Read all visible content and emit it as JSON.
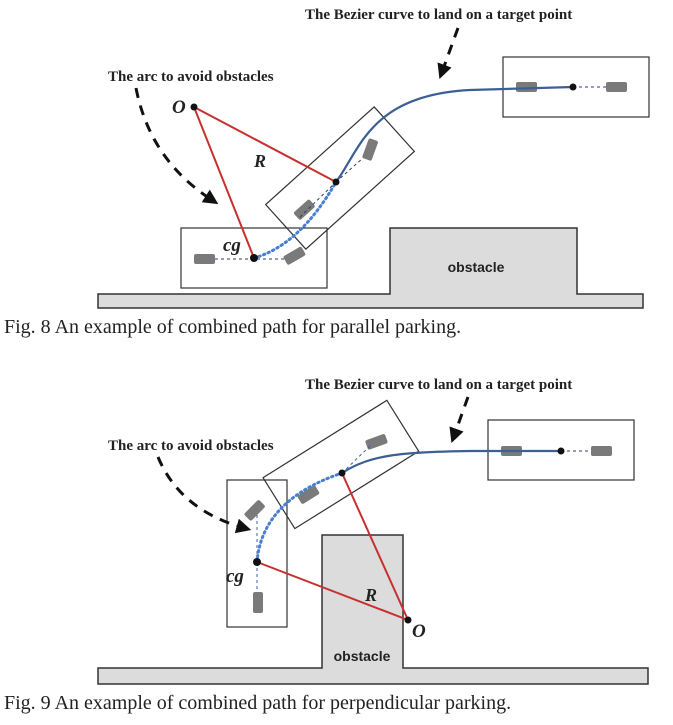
{
  "figures": [
    {
      "id": "fig8",
      "caption": "Fig. 8 An example of combined path for parallel parking.",
      "annotations": {
        "bezier_label": "The Bezier curve to land on a target point",
        "arc_label": "The arc to avoid obstacles",
        "center_label": "O",
        "radius_label": "R",
        "cg_label": "cg",
        "obstacle_label": "obstacle"
      }
    },
    {
      "id": "fig9",
      "caption": "Fig. 9 An example of combined path for perpendicular parking.",
      "annotations": {
        "bezier_label": "The Bezier curve to land on a target point",
        "arc_label": "The arc to avoid obstacles",
        "center_label": "O",
        "radius_label": "R",
        "cg_label": "cg",
        "obstacle_label": "obstacle"
      }
    }
  ],
  "colors": {
    "arc_radius": "#c8302f",
    "bezier_curve": "#3c5f95",
    "arc_path": "#4a7fd0",
    "obstacle_fill": "#dcdcdc",
    "wheel": "#7a7a7a"
  }
}
